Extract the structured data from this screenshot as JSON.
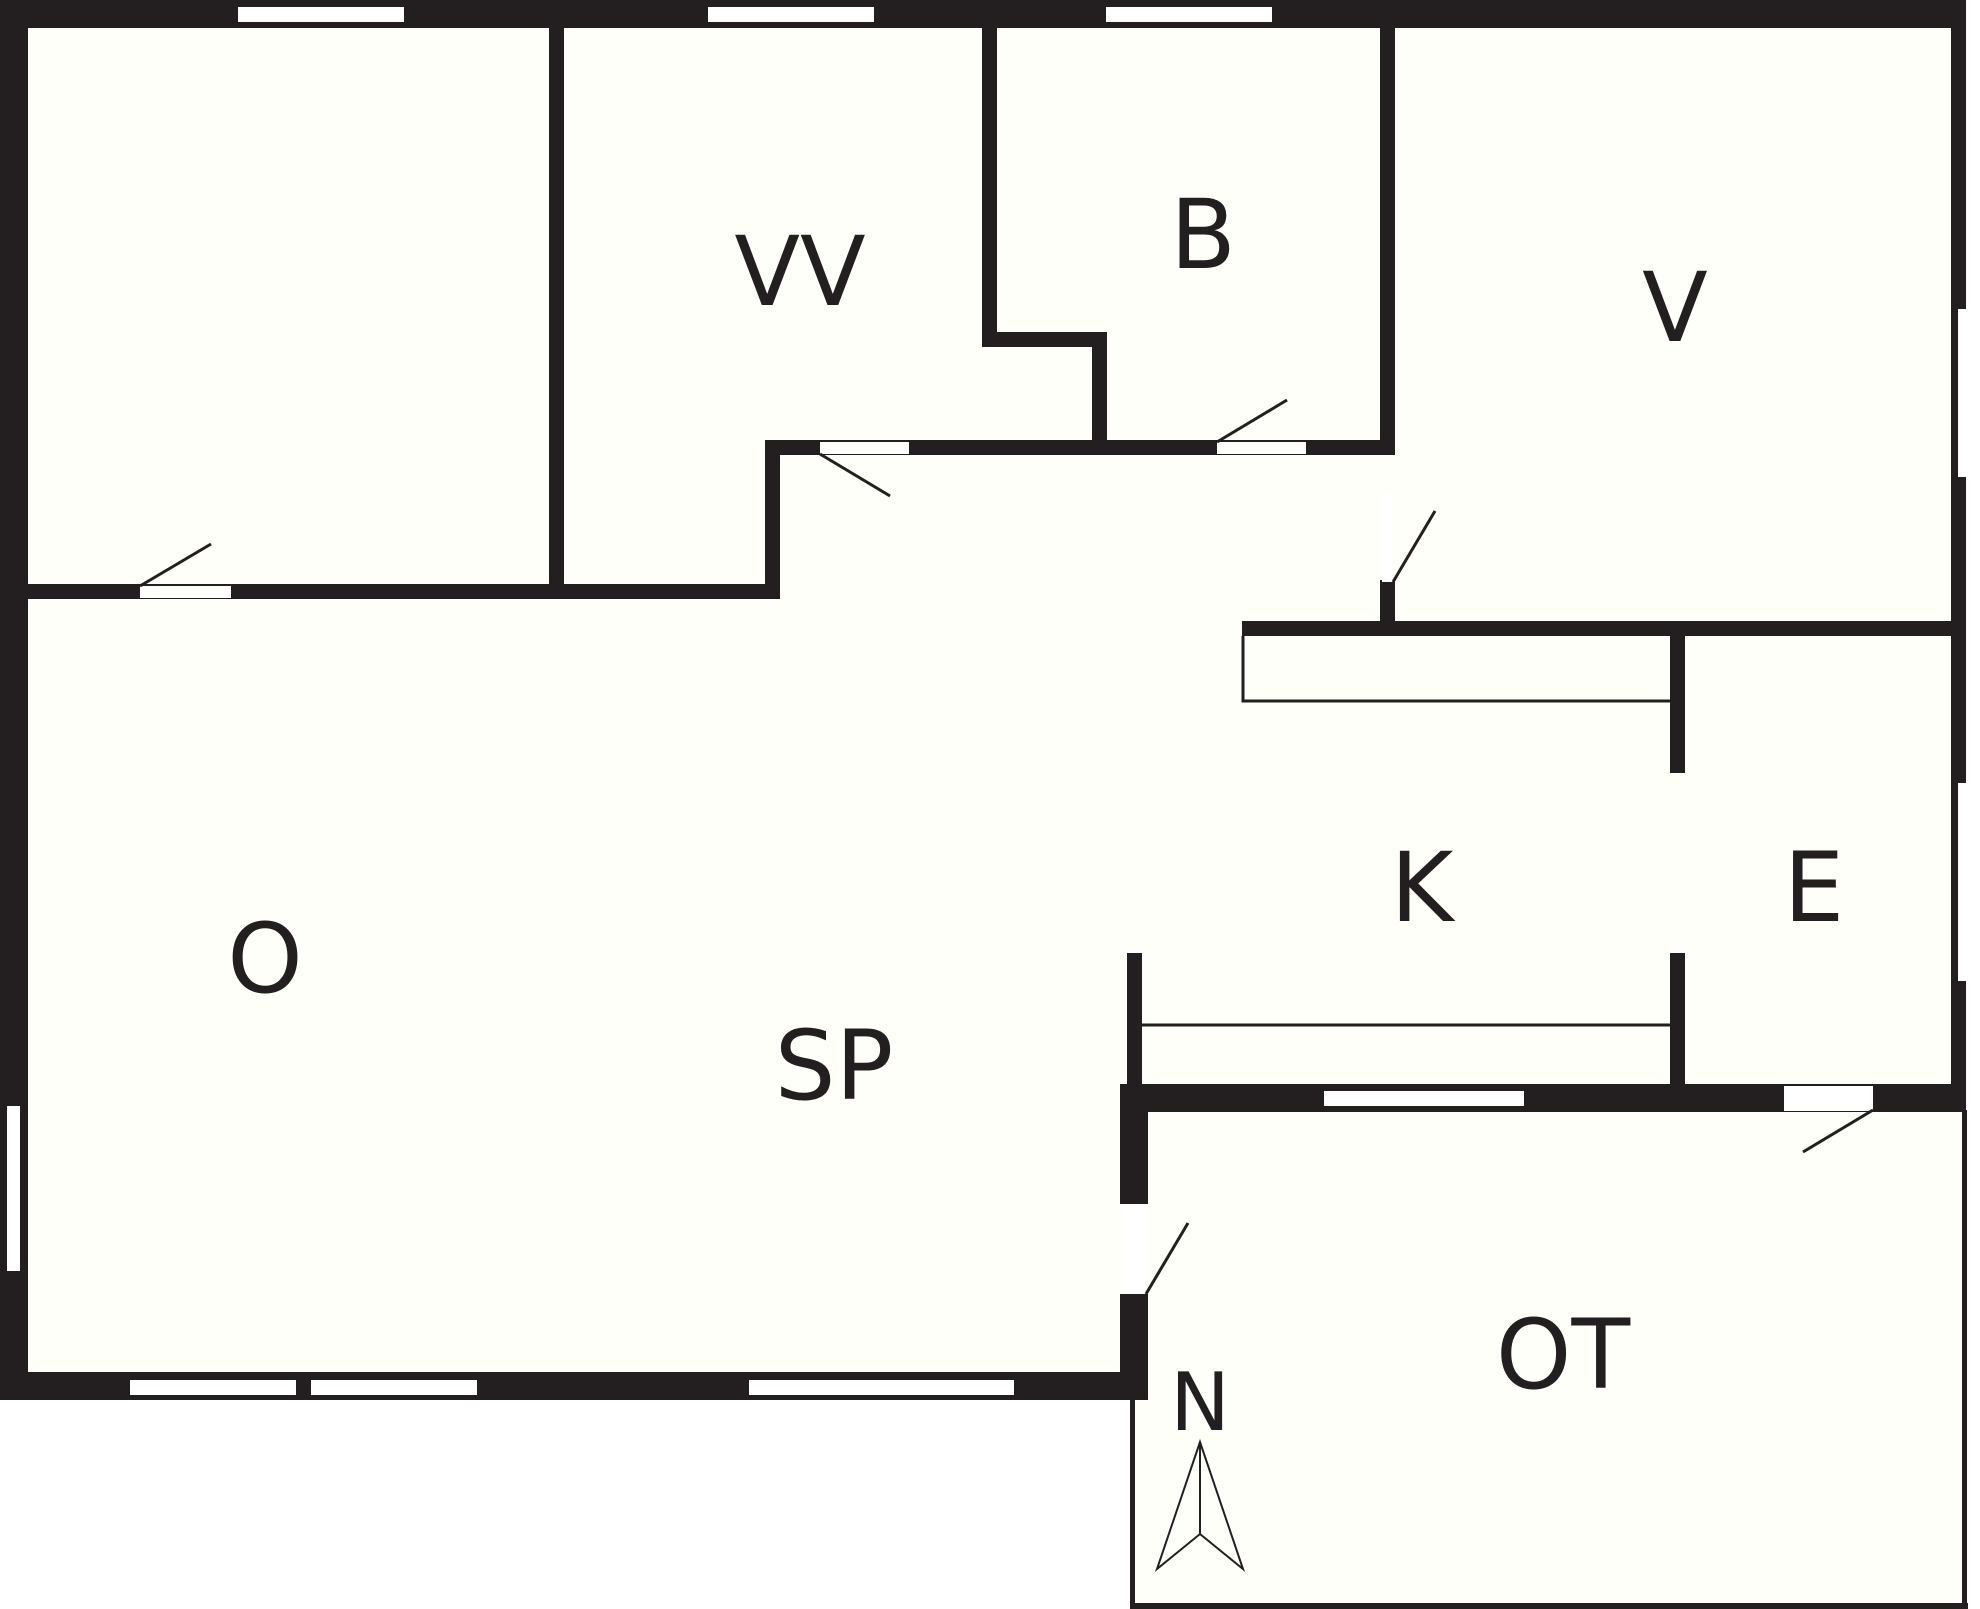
{
  "colors": {
    "wall": "#231f20",
    "floor": "#fffffa",
    "window": "#ffffff"
  },
  "rooms": [
    {
      "id": "vv",
      "label": "VV"
    },
    {
      "id": "b",
      "label": "B"
    },
    {
      "id": "v",
      "label": "V"
    },
    {
      "id": "k",
      "label": "K"
    },
    {
      "id": "e",
      "label": "E"
    },
    {
      "id": "o",
      "label": "O"
    },
    {
      "id": "sp",
      "label": "SP"
    },
    {
      "id": "ot",
      "label": "OT"
    }
  ],
  "compass": {
    "label": "N",
    "icon": "north-arrow-icon"
  }
}
